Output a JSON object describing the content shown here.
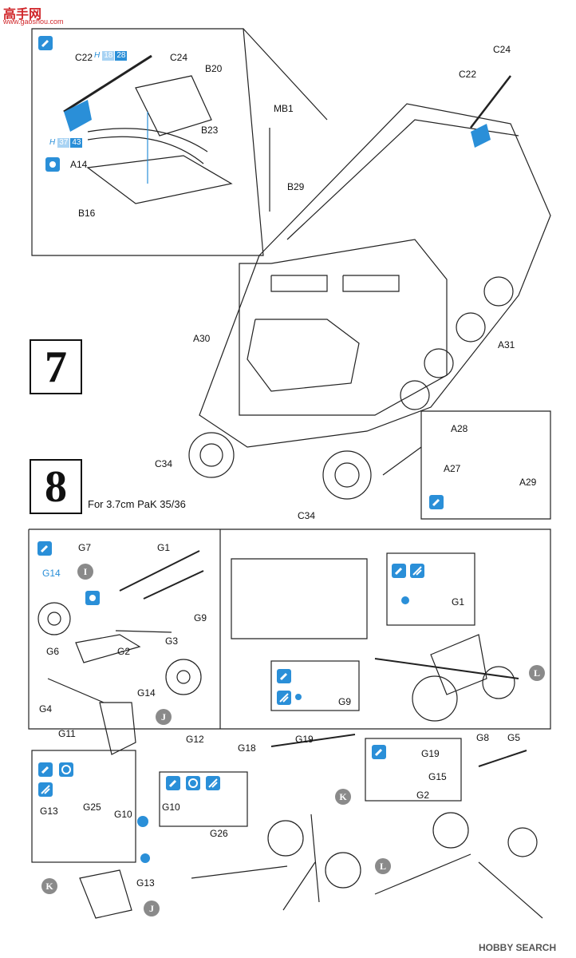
{
  "watermark_top": {
    "brand": "高手网",
    "url": "www.gaoshou.com"
  },
  "watermark_bottom": {
    "brand": "HOBBY SEARCH"
  },
  "steps": [
    {
      "number": "7"
    },
    {
      "number": "8",
      "caption": "For 3.7cm PaK 35/36"
    }
  ],
  "badges": {
    "upper": [
      "H",
      "18",
      "28"
    ],
    "lower": [
      "H",
      "37",
      "43"
    ]
  },
  "circle_tags": [
    "I",
    "J",
    "L",
    "J",
    "K",
    "K",
    "L"
  ],
  "labels": {
    "c22_a": "C22",
    "c24_a": "C24",
    "b20": "B20",
    "b23": "B23",
    "a14": "A14",
    "b16": "B16",
    "mb1": "MB1",
    "b29": "B29",
    "c24_b": "C24",
    "c22_b": "C22",
    "a30": "A30",
    "a31": "A31",
    "c34_a": "C34",
    "c34_b": "C34",
    "a28": "A28",
    "a27": "A27",
    "a29": "A29",
    "g7": "G7",
    "g1_a": "G1",
    "g14_a": "G14",
    "g9_a": "G9",
    "g3": "G3",
    "g6": "G6",
    "g2_a": "G2",
    "g14_b": "G14",
    "g4": "G4",
    "g11": "G11",
    "g12": "G12",
    "g1_b": "G1",
    "g9_b": "G9",
    "g18": "G18",
    "g19_a": "G19",
    "g19_b": "G19",
    "g15": "G15",
    "g2_b": "G2",
    "g8": "G8",
    "g5": "G5",
    "g13_a": "G13",
    "g25": "G25",
    "g10_a": "G10",
    "g10_b": "G10",
    "g26": "G26",
    "g13_b": "G13"
  }
}
